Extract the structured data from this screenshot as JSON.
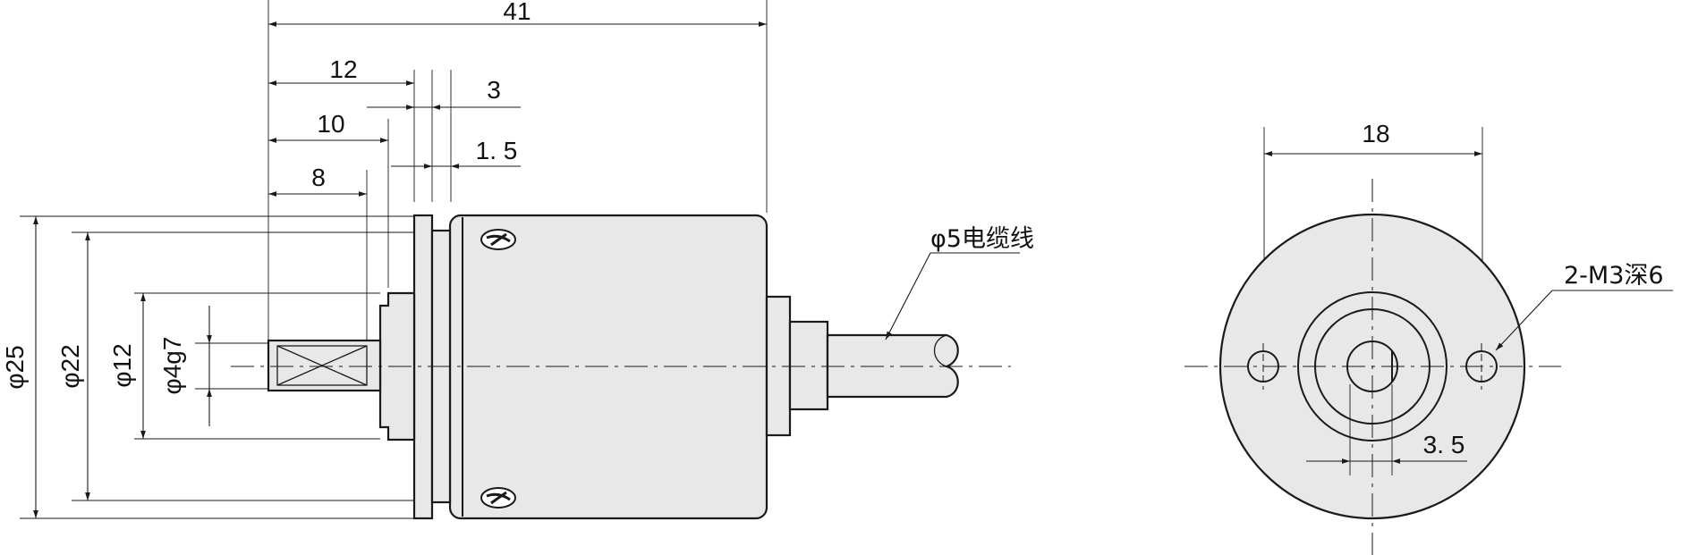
{
  "colors": {
    "line": "#1a1a1a",
    "fill": "#e8e8e8",
    "background": "#ffffff"
  },
  "side_view": {
    "dims": {
      "overall_length": "41",
      "flange_pos": "12",
      "flange_thk": "3",
      "boss_pos": "10",
      "boss_thk": "1. 5",
      "shaft_len": "8",
      "dia_body": "φ25",
      "dia_flange": "φ22",
      "dia_boss": "φ12",
      "dia_shaft": "φ4g7"
    },
    "cable_label": "φ5电缆线",
    "screw_icons": [
      "cross-screw-icon",
      "cross-screw-icon"
    ]
  },
  "front_view": {
    "dims": {
      "hole_spacing": "18",
      "flat_width": "3. 5"
    },
    "hole_label": "2-M3深6"
  }
}
